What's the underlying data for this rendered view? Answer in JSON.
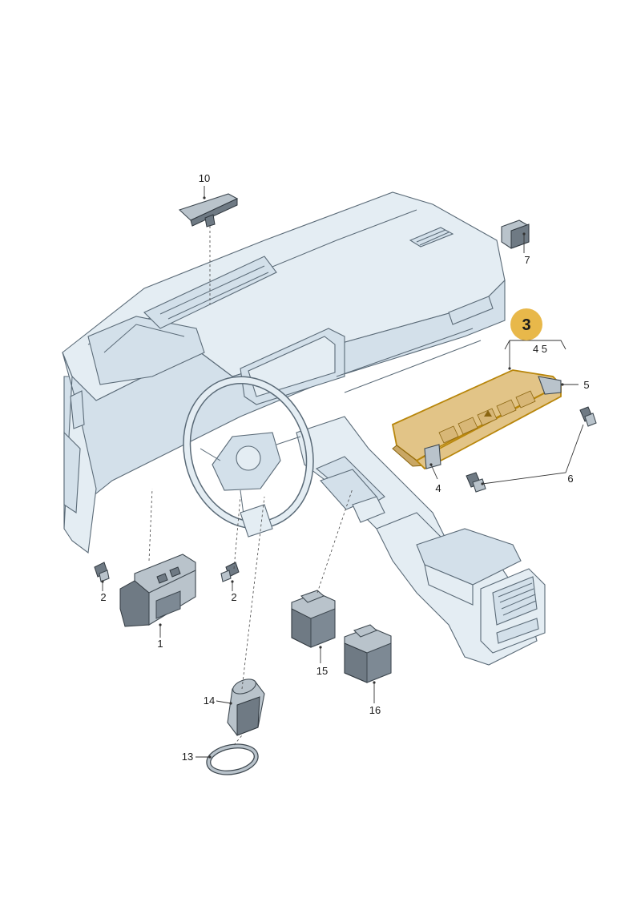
{
  "callout": {
    "label": "3",
    "color": "#e8b84a"
  },
  "sub_refs": "4 5",
  "labels": {
    "l1": "1",
    "l2a": "2",
    "l2b": "2",
    "l4": "4",
    "l5": "5",
    "l6": "6",
    "l7": "7",
    "l10": "10",
    "l13": "13",
    "l14": "14",
    "l15": "15",
    "l16": "16"
  },
  "colors": {
    "highlight": "#e2c487",
    "dashboard": "#e4edf3",
    "outline": "#5b6b78"
  }
}
